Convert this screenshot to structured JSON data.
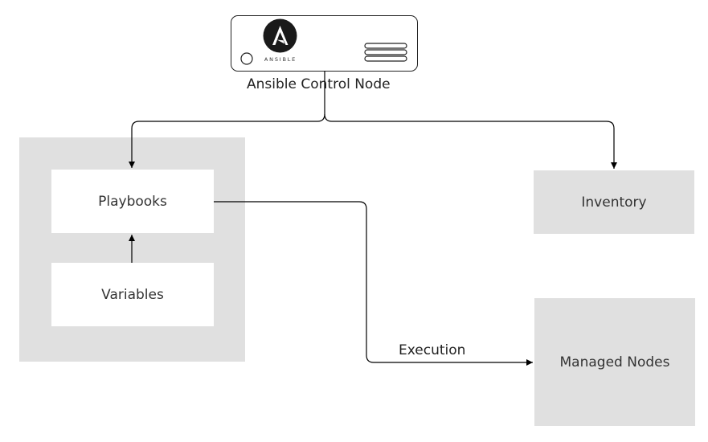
{
  "control_node": {
    "label": "Ansible Control Node",
    "logo_text": "ANSIBLE",
    "logo_icon": "ansible-logo",
    "power_icon": "power-button-icon",
    "vent_icon": "vent-lines-icon"
  },
  "nodes": {
    "playbooks": "Playbooks",
    "variables": "Variables",
    "inventory": "Inventory",
    "managed_nodes": "Managed Nodes"
  },
  "edges": {
    "execution_label": "Execution"
  },
  "colors": {
    "group_background": "#e0e0e0",
    "box_white": "#ffffff",
    "line": "#000000",
    "logo": "#1a1a1a"
  }
}
